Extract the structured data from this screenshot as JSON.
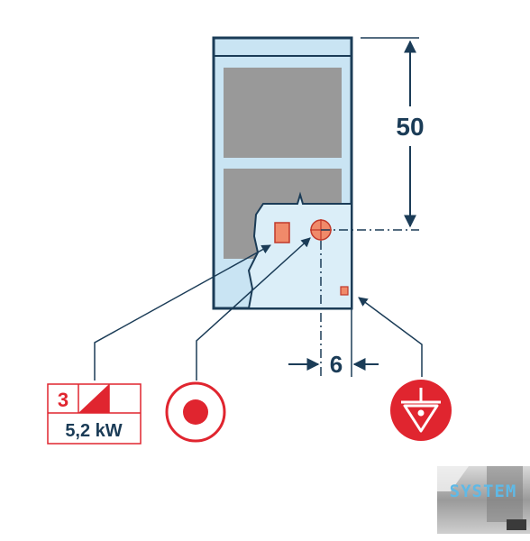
{
  "dimensions": {
    "height_label": "50",
    "offset_label": "6"
  },
  "power_box": {
    "phase_label": "3",
    "power_label": "5,2 kW"
  },
  "logo": {
    "text": "SYSTEM"
  },
  "colors": {
    "outline": "#1b3c57",
    "panel_fill": "#c9e4f3",
    "inner_fill": "#dbeef8",
    "window_fill": "#999999",
    "red": "#e0252f",
    "connector_fill": "#f08a6a",
    "dim_line": "#1b3c57"
  },
  "icons": {
    "electric_connection": "red-dot-circle-icon",
    "equipotential": "equipotential-triangle-icon"
  }
}
